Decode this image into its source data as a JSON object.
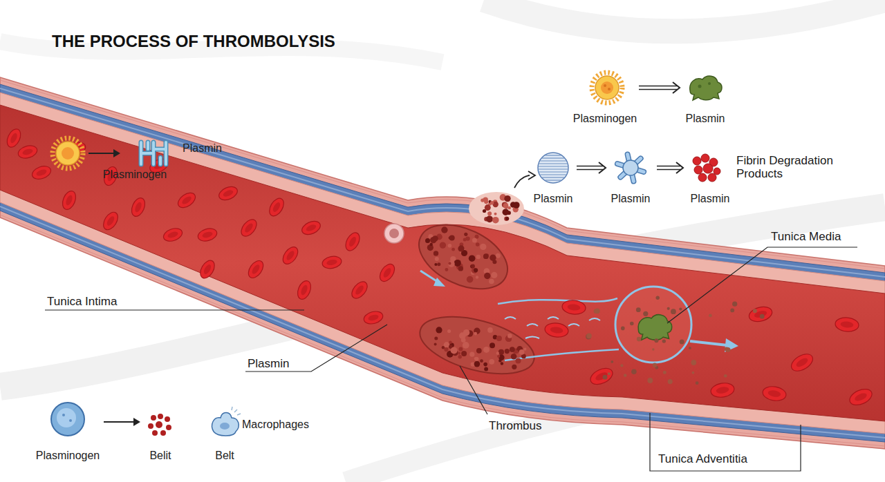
{
  "diagram": {
    "title": "THE PROCESS OF THROMBOLYSIS",
    "nodes": [
      {
        "text": [
          "Plasminogen"
        ]
      },
      {
        "text": [
          "Plasmin"
        ]
      },
      {
        "text": [
          "Plasmin"
        ]
      },
      {
        "text": [
          "Plasmin"
        ]
      },
      {
        "text": [
          "Plasmin"
        ]
      },
      {
        "text": [
          "Plasmin",
          "Plasminogen"
        ]
      },
      {
        "text": [
          "Plasminogen"
        ]
      },
      {
        "text": [
          "Belit"
        ]
      },
      {
        "text": [
          "Belt",
          "Macrophages"
        ]
      }
    ],
    "edges": [
      {
        "from": 0,
        "to": 1,
        "arrow": "to"
      },
      {
        "from": 2,
        "to": 3,
        "arrow": "to"
      },
      {
        "from": 3,
        "to": 4,
        "arrow": "to"
      },
      {
        "from": 6,
        "to": 7,
        "arrow": "to"
      }
    ],
    "labels": [
      "Fibrin Degradation Products",
      "Tunica Media",
      "Tunica Intima",
      "Plasmin",
      "Thrombus",
      "Tunica Adventitia"
    ]
  }
}
